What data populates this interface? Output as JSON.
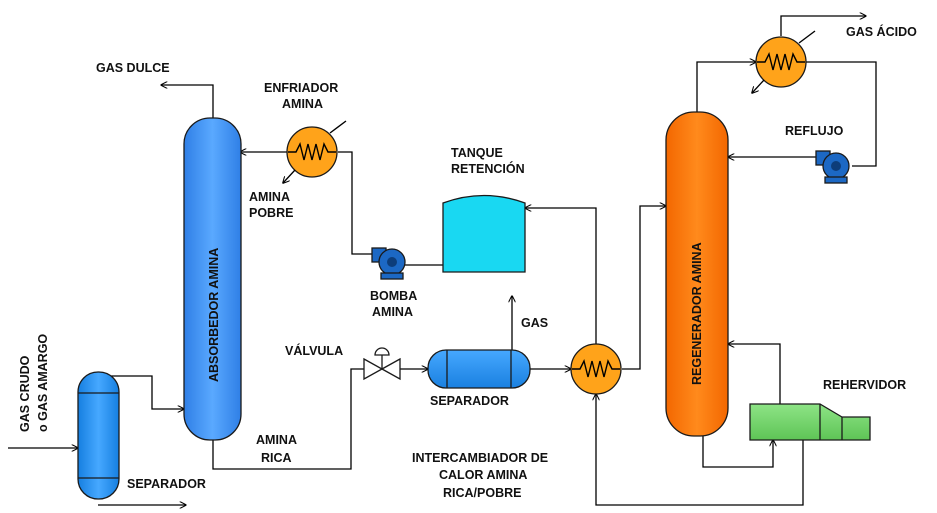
{
  "labels": {
    "gas_dulce": "GAS DULCE",
    "enfriador_1": "ENFRIADOR",
    "enfriador_2": "AMINA",
    "amina_pobre_1": "AMINA",
    "amina_pobre_2": "POBRE",
    "absorbedor": "ABSORBEDOR AMINA",
    "tanque_1": "TANQUE",
    "tanque_2": "RETENCIÓN",
    "bomba_1": "BOMBA",
    "bomba_2": "AMINA",
    "gas_acido": "GAS ÁCIDO",
    "reflujo": "REFLUJO",
    "regenerador": "REGENERADOR  AMINA",
    "gas": "GAS",
    "valvula": "VÁLVULA",
    "separador_horizontal": "SEPARADOR",
    "gas_crudo": "GAS CRUDO",
    "gas_amargo": "o GAS AMARGO",
    "amina_rica_1": "AMINA",
    "amina_rica_2": "RICA",
    "separador_entrada": "SEPARADOR",
    "rehervidor": "REHERVIDOR",
    "intercambiador_1": "INTERCAMBIADOR DE",
    "intercambiador_2": "CALOR AMINA",
    "intercambiador_3": "RICA/POBRE"
  },
  "colors": {
    "absorber": "#3d93f0",
    "regenerator": "#ff7400",
    "exchanger": "#ffa31a",
    "tank": "#19d8f2",
    "pump": "#1c68c4",
    "separator": "#1f8ff0",
    "reboiler": "#72d46a"
  },
  "icons": {
    "pump": "centrifugal-pump-icon",
    "valve": "control-valve-icon",
    "exchanger": "heat-exchanger-coil-icon"
  }
}
